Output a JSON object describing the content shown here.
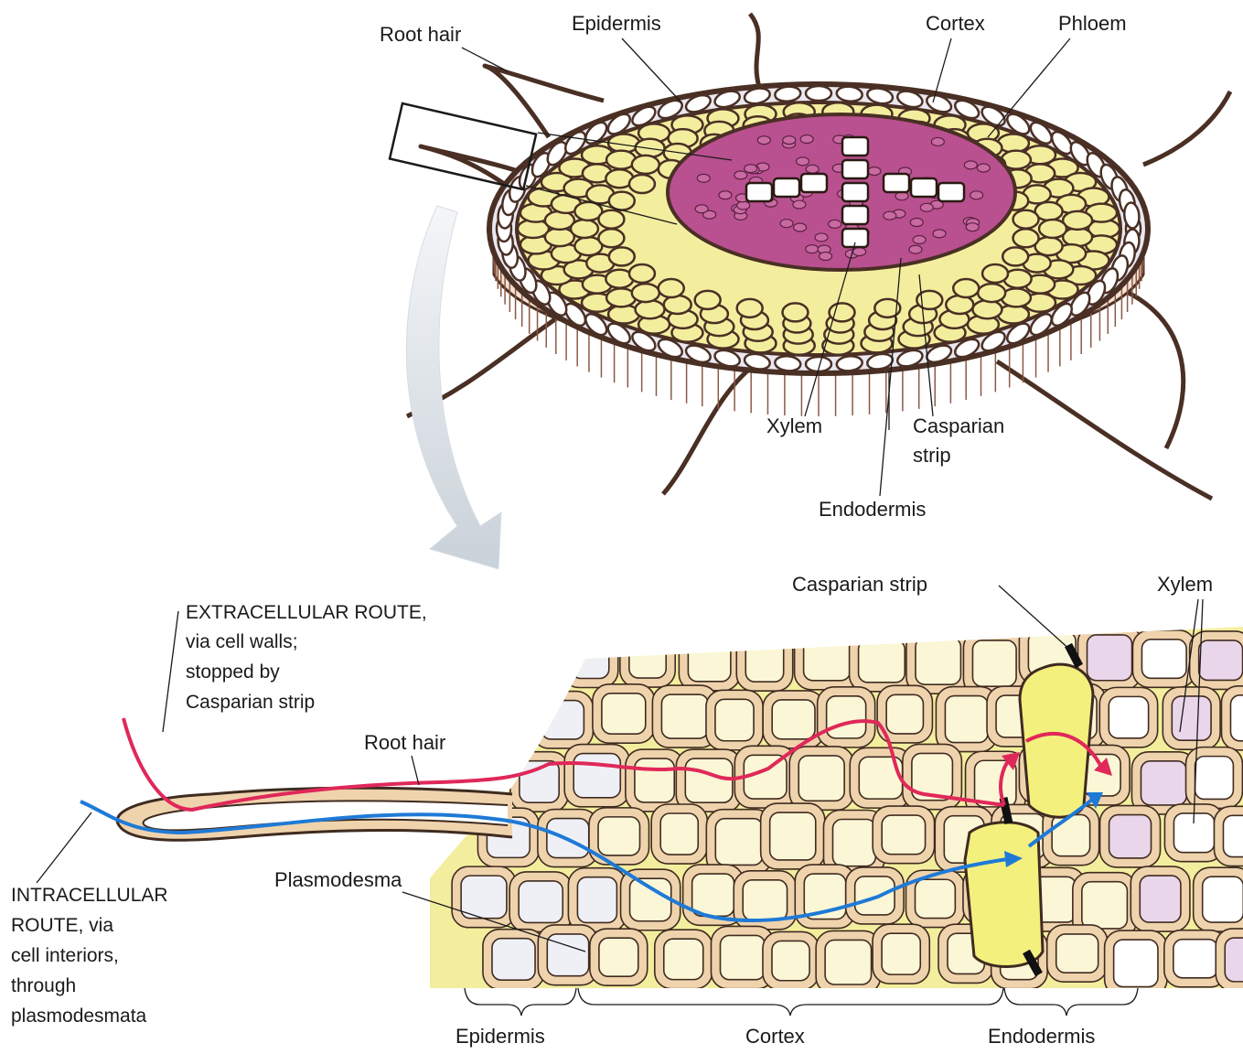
{
  "colors": {
    "cortex_cell": "#f3ee9e",
    "stele": "#b9508f",
    "cell_wall_outline": "#4a2f24",
    "cell_wall_fill": "#efd3ad",
    "extracellular_route": "#e0285a",
    "intracellular_route": "#1f7ad6",
    "casparian_strip": "#111111",
    "xylem_vessel_pink": "#ead6ea"
  },
  "top_diagram": {
    "labels": {
      "root_hair": "Root hair",
      "epidermis": "Epidermis",
      "cortex": "Cortex",
      "phloem": "Phloem",
      "xylem": "Xylem",
      "casparian_strip_line1": "Casparian",
      "casparian_strip_line2": "strip",
      "endodermis": "Endodermis"
    }
  },
  "bottom_diagram": {
    "extracellular_route": {
      "line1": "EXTRACELLULAR ROUTE,",
      "line2": "via cell walls;",
      "line3": "stopped by",
      "line4": "Casparian strip"
    },
    "intracellular_route": {
      "line1": "INTRACELLULAR",
      "line2": "ROUTE, via",
      "line3": "cell interiors,",
      "line4": "through",
      "line5": "plasmodesmata"
    },
    "labels": {
      "root_hair": "Root hair",
      "plasmodesma": "Plasmodesma",
      "casparian_strip": "Casparian strip",
      "xylem": "Xylem"
    },
    "regions": {
      "epidermis": "Epidermis",
      "cortex": "Cortex",
      "endodermis": "Endodermis"
    }
  }
}
